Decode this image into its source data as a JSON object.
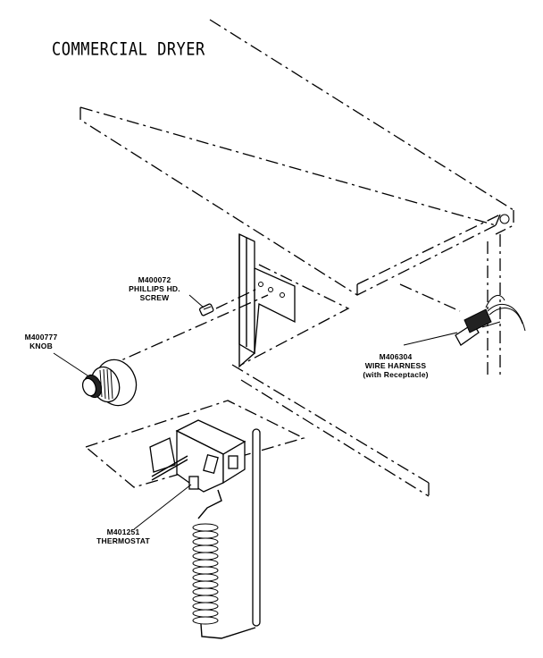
{
  "title": "COMMERCIAL DRYER",
  "parts": {
    "screw": {
      "number": "M400072",
      "line1": "PHILLIPS HD.",
      "line2": "SCREW"
    },
    "knob": {
      "number": "M400777",
      "name": "KNOB"
    },
    "harness": {
      "number": "M406304",
      "line1": "WIRE HARNESS",
      "line2": "(with Receptacle)"
    },
    "thermostat": {
      "number": "M401251",
      "name": "THERMOSTAT"
    }
  },
  "icons": [
    "screw-icon",
    "knob-icon",
    "thermostat-icon",
    "wire-harness-icon",
    "mounting-bracket-icon"
  ]
}
